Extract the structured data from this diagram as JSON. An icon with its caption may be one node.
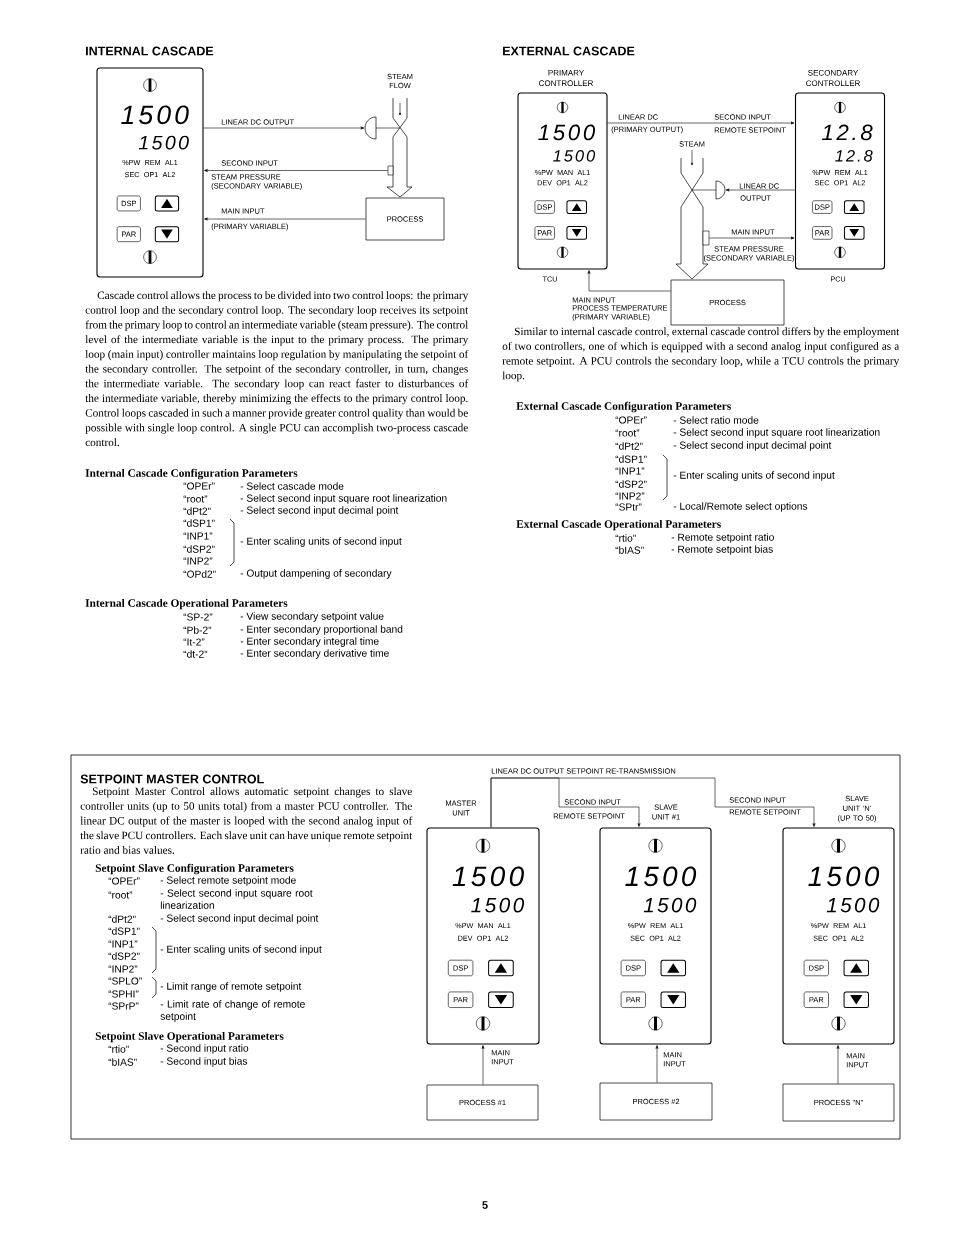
{
  "diagram": {
    "nodes": [
      {
        "text": [
          "1500",
          "1500",
          "%PW REM AL1",
          "SEC OP1 AL2"
        ]
      },
      {
        "text": [
          "DSP"
        ],
        "in": 0
      },
      {
        "text": [],
        "shape": "box",
        "in": 0
      },
      {
        "text": [
          "PAR"
        ],
        "in": 0
      },
      {
        "text": [],
        "shape": "box",
        "in": 0
      },
      {
        "text": [],
        "shape": "semicircle"
      },
      {
        "text": [],
        "shape": "box"
      },
      {
        "text": [
          "PROCESS"
        ]
      },
      {
        "text": [
          "1500",
          "1500",
          "%PW MAN AL1",
          "DEV OP1 AL2"
        ],
        "beside": [
          "PRIMARY CONTROLLER",
          "TCU"
        ]
      },
      {
        "text": [
          "DSP"
        ],
        "in": 8
      },
      {
        "text": [],
        "shape": "box",
        "in": 8
      },
      {
        "text": [
          "PAR"
        ],
        "in": 8
      },
      {
        "text": [],
        "shape": "box",
        "in": 8
      },
      {
        "text": [
          "12.8",
          "12.8",
          "%PW REM AL1",
          "SEC OP1 AL2"
        ],
        "beside": [
          "SECONDARY CONTROLLER",
          "PCU"
        ]
      },
      {
        "text": [
          "DSP"
        ],
        "in": 13
      },
      {
        "text": [],
        "shape": "box",
        "in": 13
      },
      {
        "text": [
          "PAR"
        ],
        "in": 13
      },
      {
        "text": [],
        "shape": "box",
        "in": 13
      },
      {
        "text": [],
        "shape": "semicircle"
      },
      {
        "text": [],
        "shape": "box"
      },
      {
        "text": [
          "PROCESS"
        ]
      },
      {
        "text": [
          "1500",
          "1500",
          "%PW MAN AL1",
          "DEV OP1 AL2"
        ],
        "beside": [
          "MASTER UNIT"
        ]
      },
      {
        "text": [
          "DSP"
        ],
        "in": 21
      },
      {
        "text": [],
        "shape": "box",
        "in": 21
      },
      {
        "text": [
          "PAR"
        ],
        "in": 21
      },
      {
        "text": [],
        "shape": "box",
        "in": 21
      },
      {
        "text": [
          "1500",
          "1500",
          "%PW REM AL1",
          "SEC OP1 AL2"
        ],
        "beside": [
          "SLAVE UNIT #1"
        ]
      },
      {
        "text": [
          "DSP"
        ],
        "in": 26
      },
      {
        "text": [],
        "shape": "box",
        "in": 26
      },
      {
        "text": [
          "PAR"
        ],
        "in": 26
      },
      {
        "text": [],
        "shape": "box",
        "in": 26
      },
      {
        "text": [
          "1500",
          "1500",
          "%PW REM AL1",
          "SEC OP1 AL2"
        ],
        "beside": [
          "SLAVE UNIT ‘N’ (UP TO 50)"
        ]
      },
      {
        "text": [
          "DSP"
        ],
        "in": 31
      },
      {
        "text": [],
        "shape": "box",
        "in": 31
      },
      {
        "text": [
          "PAR"
        ],
        "in": 31
      },
      {
        "text": [],
        "shape": "box",
        "in": 31
      },
      {
        "text": [
          "PROCESS #1"
        ]
      },
      {
        "text": [
          "PROCESS #2"
        ]
      },
      {
        "text": [
          "PROCESS \"N\""
        ]
      }
    ],
    "edges": [
      {
        "from": 0,
        "to": 5,
        "arrow": "to",
        "label": "LINEAR DC OUTPUT"
      },
      {
        "from": 6,
        "to": 0,
        "arrow": "to",
        "label": "SECOND INPUT"
      },
      {
        "from": 7,
        "to": 0,
        "arrow": "to",
        "label": "MAIN INPUT"
      },
      {
        "from": 8,
        "to": 13,
        "arrow": "to",
        "label": "LINEAR DC"
      },
      {
        "from": 13,
        "to": 18,
        "arrow": "to",
        "label": "LINEAR DC"
      },
      {
        "from": 19,
        "to": 13,
        "arrow": "to",
        "label": "MAIN INPUT"
      },
      {
        "from": 20,
        "to": 8,
        "arrow": "to",
        "label": "MAIN INPUT"
      },
      {
        "from": 21,
        "to": 26,
        "arrow": "to",
        "label": "SECOND INPUT"
      },
      {
        "from": 21,
        "to": 31,
        "arrow": "to",
        "label": "SECOND INPUT"
      },
      {
        "from": 36,
        "to": 21,
        "arrow": "to",
        "label": "MAIN INPUT"
      },
      {
        "from": 37,
        "to": 26,
        "arrow": "to",
        "label": "MAIN INPUT"
      },
      {
        "from": 38,
        "to": 31,
        "arrow": "to",
        "label": "MAIN INPUT"
      }
    ],
    "labels": [
      "INTERNAL CASCADE",
      "EXTERNAL CASCADE",
      "STEAM FLOW",
      "STEAM PRESSURE (SECONDARY VARIABLE)",
      "(PRIMARY VARIABLE)",
      "(PRIMARY OUTPUT)",
      "SECOND INPUT",
      "REMOTE SETPOINT",
      "STEAM",
      "OUTPUT",
      "STEAM PRESSURE (SECONDARY VARIABLE)",
      "PROCESS TEMPERATURE (PRIMARY VARIABLE)",
      "Cascade control allows the process to be divided into two control loops: the primary control loop and the secondary control loop. The secondary loop receives its setpoint from the primary loop to control an intermediate variable (steam pressure). The control level of the intermediate variable is the input to the primary process. The primary loop (main input) controller maintains loop regulation by manipulating the setpoint of the secondary controller. The setpoint of the secondary controller, in turn, changes the intermediate variable. The secondary loop can react faster to disturbances of the intermediate variable, thereby minimizing the effects to the primary control loop. Control loops cascaded in such a manner provide greater control quality than would be possible with single loop control. A single PCU can accomplish two-process cascade control.",
      "Internal Cascade Configuration Parameters",
      "“OPEr”",
      "- Select cascade mode",
      "“root”",
      "- Select second input square root linearization",
      "“dPt2”",
      "- Select second input decimal point",
      "“dSP1”",
      "“INP1”",
      "- Enter scaling units of second input",
      "“dSP2”",
      "“INP2”",
      "“OPd2”",
      "- Output dampening of secondary",
      "Internal Cascade Operational Parameters",
      "“SP-2”",
      "- View secondary setpoint value",
      "“Pb-2”",
      "- Enter secondary proportional band",
      "“It-2”",
      "- Enter secondary integral time",
      "“dt-2”",
      "- Enter secondary derivative time",
      "Similar to internal cascade control, external cascade control differs by the employment of two controllers, one of which is equipped with a second analog input configured as a remote setpoint. A PCU controls the secondary loop, while a TCU controls the primary loop.",
      "External Cascade Configuration Parameters",
      "“OPEr”",
      "- Select ratio mode",
      "“root”",
      "- Select second input square root linearization",
      "“dPt2”",
      "- Select second input decimal point",
      "“dSP1”",
      "“INP1”",
      "- Enter scaling units of second input",
      "“dSP2”",
      "“INP2”",
      "“SPtr”",
      "- Local/Remote select options",
      "External Cascade Operational Parameters",
      "“rtio”",
      "- Remote setpoint ratio",
      "“bIAS”",
      "- Remote setpoint bias",
      "SETPOINT MASTER CONTROL",
      "Setpoint Master Control allows automatic setpoint changes to slave controller units (up to 50 units total) from a master PCU controller. The linear DC output of the master is looped with the second analog input of the slave PCU controllers. Each slave unit can have unique remote setpoint ratio and bias values.",
      "Setpoint Slave Configuration Parameters",
      "“OPEr”",
      "- Select remote setpoint mode",
      "“root”",
      "- Select second input square root linearization",
      "“dPt2”",
      "- Select second input decimal point",
      "“dSP1”",
      "“INP1”",
      "- Enter scaling units of second input",
      "“dSP2”",
      "“INP2”",
      "“SPLO”",
      "- Limit range of remote setpoint",
      "“SPHI”",
      "“SPrP”",
      "- Limit rate of change of remote setpoint",
      "Setpoint Slave Operational Parameters",
      "“rtio”",
      "- Second input ratio",
      "“bIAS”",
      "- Second input bias",
      "LINEAR DC OUTPUT SETPOINT RE-TRANSMISSION",
      "REMOTE SETPOINT",
      "REMOTE SETPOINT",
      "5"
    ]
  }
}
